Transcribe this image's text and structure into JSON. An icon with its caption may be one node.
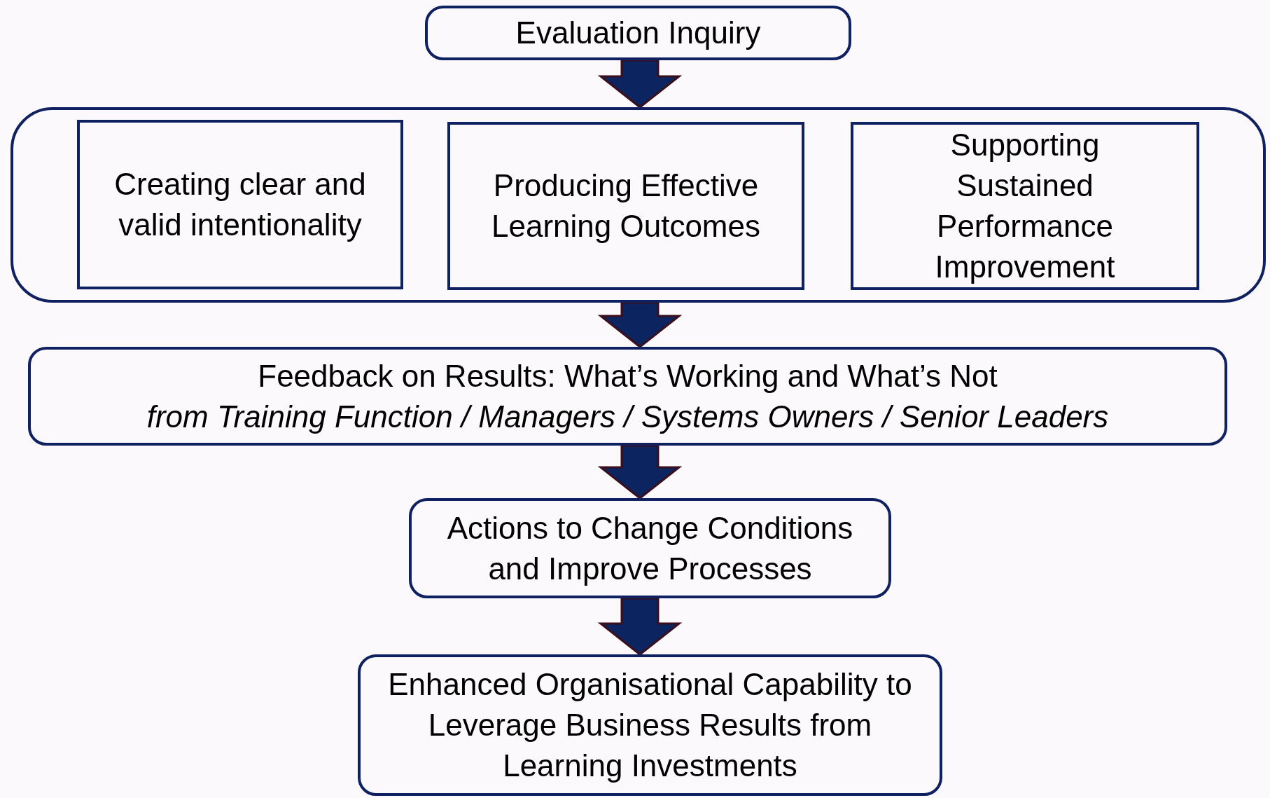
{
  "diagram": {
    "nodes": [
      {
        "text": [
          "Evaluation Inquiry"
        ]
      },
      {
        "text": [],
        "shape": "box"
      },
      {
        "text": [
          "Creating clear and valid intentionality"
        ],
        "in": 1
      },
      {
        "text": [
          "Producing Effective Learning Outcomes"
        ],
        "in": 1
      },
      {
        "text": [
          "Supporting Sustained Performance Improvement"
        ],
        "in": 1
      },
      {
        "text": [
          "Feedback on Results: What’s Working and What’s Not",
          "from Training Function / Managers / Systems Owners / Senior Leaders"
        ]
      },
      {
        "text": [
          "Actions to Change Conditions and Improve Processes"
        ]
      },
      {
        "text": [
          "Enhanced Organisational Capability to Leverage Business Results from Learning Investments"
        ]
      }
    ],
    "edges": [
      {
        "from": 0,
        "to": 1,
        "arrow": "to"
      },
      {
        "from": 1,
        "to": 5,
        "arrow": "to"
      },
      {
        "from": 5,
        "to": 6,
        "arrow": "to"
      },
      {
        "from": 6,
        "to": 7,
        "arrow": "to"
      }
    ]
  }
}
